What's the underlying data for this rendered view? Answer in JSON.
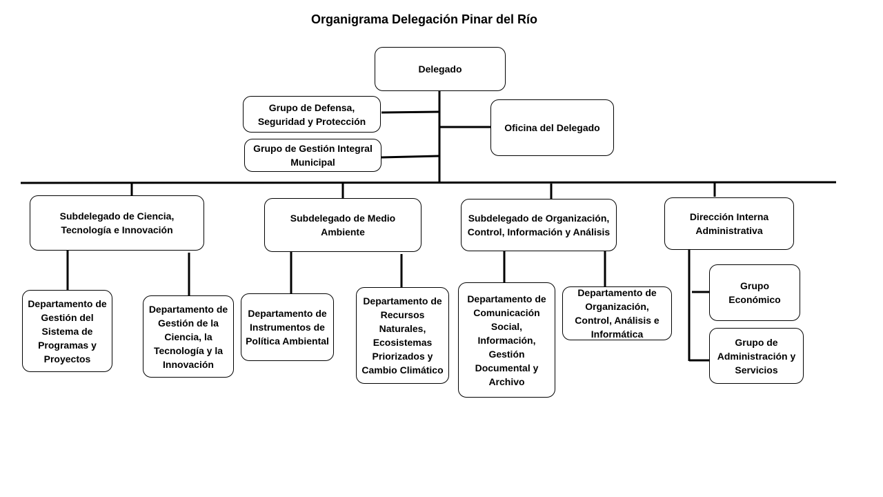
{
  "title": "Organigrama Delegación Pinar del Río",
  "top": {
    "delegado": "Delegado",
    "grupo_defensa": "Grupo de Defensa, Seguridad y Protección",
    "grupo_gestion": "Grupo de Gestión Integral Municipal",
    "oficina": "Oficina del Delegado"
  },
  "subdelegados": [
    {
      "label": "Subdelegado de Ciencia, Tecnología e Innovación",
      "children": [
        "Departamento de Gestión del Sistema de Programas y Proyectos",
        "Departamento de Gestión de la Ciencia, la Tecnología y la Innovación"
      ]
    },
    {
      "label": "Subdelegado de Medio Ambiente",
      "children": [
        "Departamento de Instrumentos de Política Ambiental",
        "Departamento de Recursos Naturales, Ecosistemas Priorizados y Cambio Climático"
      ]
    },
    {
      "label": "Subdelegado de Organización, Control, Información y Análisis",
      "children": [
        "Departamento de Comunicación Social, Información, Gestión Documental y Archivo",
        "Departamento de Organización, Control, Análisis e Informática"
      ]
    },
    {
      "label": "Dirección Interna Administrativa",
      "children": [
        "Grupo Económico",
        "Grupo de Administración y Servicios"
      ]
    }
  ]
}
